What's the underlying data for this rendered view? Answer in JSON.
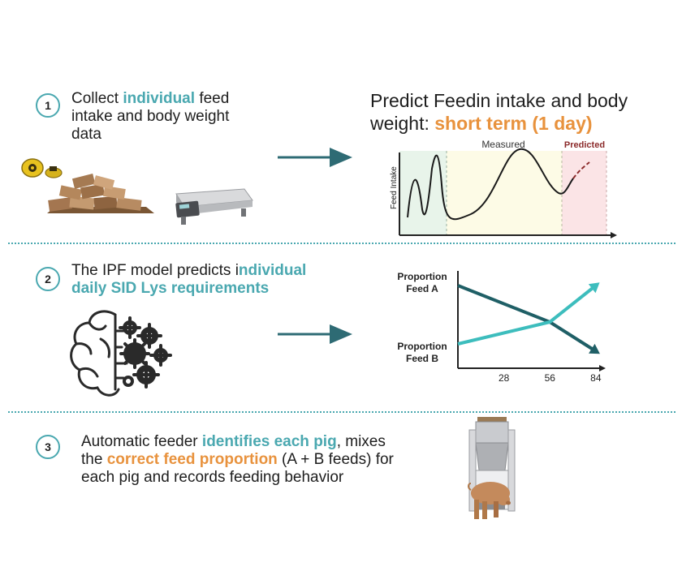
{
  "step1": {
    "number": "1",
    "text_a": "Collect ",
    "highlight": "individual",
    "text_b": " feed",
    "line2": "intake and body weight",
    "line3": "data"
  },
  "predict": {
    "line1": "Predict Feedin intake and body",
    "line2_a": "weight: ",
    "line2_highlight": "short term (1 day)"
  },
  "chart1": {
    "ylabel": "Feed Intake",
    "measured_label": "Measured",
    "predicted_label": "Predicted"
  },
  "step2": {
    "number": "2",
    "text_a": "The IPF model predicts i",
    "highlight_a": "ndividual",
    "highlight_b": "daily SID Lys requirements"
  },
  "chart_data": {
    "type": "line",
    "x_ticks": [
      "28",
      "56",
      "84"
    ],
    "series": [
      {
        "name": "Proportion Feed A",
        "x": [
          0,
          56,
          84
        ],
        "y": [
          1.0,
          0.5,
          0.1
        ],
        "color": "#1f5f66"
      },
      {
        "name": "Proportion Feed B",
        "x": [
          0,
          56,
          84
        ],
        "y": [
          0.2,
          0.5,
          1.0
        ],
        "color": "#3dbdbd"
      }
    ],
    "label_a": [
      "Proportion",
      "Feed A"
    ],
    "label_b": [
      "Proportion",
      "Feed B"
    ]
  },
  "step3": {
    "number": "3",
    "line1_a": "Automatic feeder ",
    "line1_highlight": "identifies each pig",
    "line1_b": ", mixes",
    "line2_a": "the ",
    "line2_highlight": "correct feed proportion",
    "line2_b": " (A + B feeds) for",
    "line3": "each pig and records feeding behavior"
  },
  "colors": {
    "teal": "#4aa8b0",
    "orange": "#e8923d",
    "arrow": "#2e6b74",
    "red_dashed": "#8b2a2a"
  }
}
